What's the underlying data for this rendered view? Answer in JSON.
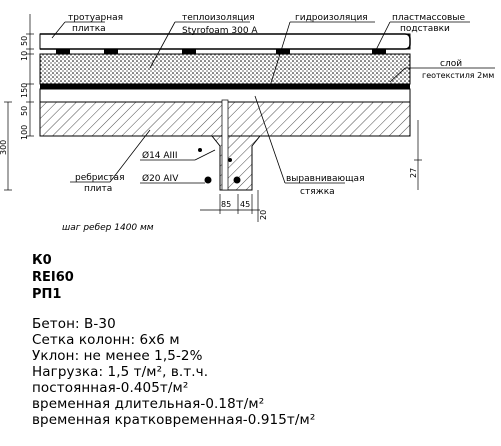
{
  "drawing": {
    "labels": {
      "paving_tile": [
        "тротуарная",
        "плитка"
      ],
      "insulation": [
        "теплоизоляция",
        "Styrofoam 300 A"
      ],
      "waterproofing": "гидроизоляция",
      "plastic_supports": [
        "пластмассовые",
        "подставки"
      ],
      "geotextile": [
        "слой",
        "геотекстиля 2мм"
      ],
      "ribbed_slab": [
        "ребристая",
        "плита"
      ],
      "screed": [
        "выравнивающая",
        "стяжка"
      ],
      "rebar_small": "Ø14 AIII",
      "rebar_large": "Ø20 AIV",
      "rib_step": "шаг ребер 1400 мм"
    },
    "dims_left": [
      "50",
      "10",
      "150",
      "50",
      "100",
      "300"
    ],
    "dims_bottom": [
      "85",
      "45",
      "20"
    ],
    "dims_right": [
      "27"
    ]
  },
  "classes": [
    "К0",
    "REI60",
    "РП1"
  ],
  "specs": [
    "Бетон: В-30",
    "Сетка колонн: 6х6 м",
    "Уклон: не менее 1,5-2%",
    "Нагрузка: 1,5 т/м², в.т.ч.",
    "постоянная-0.405т/м²",
    "временная длительная-0.18т/м²",
    "временная кратковременная-0.915т/м²"
  ]
}
